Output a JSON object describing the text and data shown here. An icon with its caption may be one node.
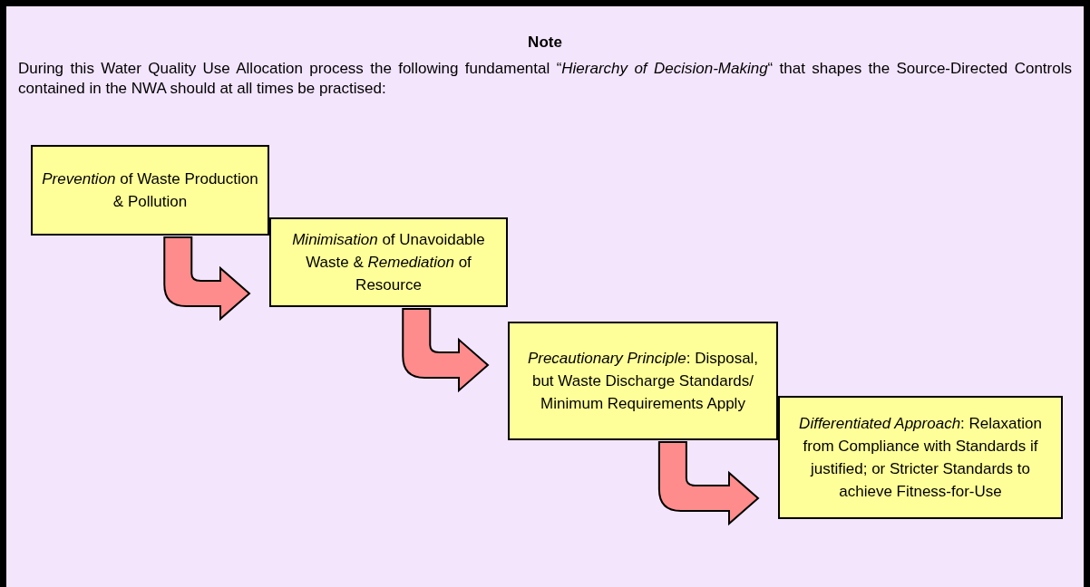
{
  "diagram": {
    "title": "Note",
    "nodes": [
      {
        "text": [
          "*Prevention* of Waste Production & Pollution"
        ]
      },
      {
        "text": [
          "*Minimisation* of Unavoidable Waste & *Remediation* of Resource"
        ]
      },
      {
        "text": [
          "*Precautionary Principle*: Disposal, but Waste Discharge Standards/ Minimum Requirements Apply"
        ]
      },
      {
        "text": [
          "*Differentiated Approach*: Relaxation from Compliance with Standards if justified; or Stricter Standards to achieve Fitness-for-Use"
        ]
      }
    ],
    "edges": [
      {
        "from": 0,
        "to": 1,
        "arrow": "to"
      },
      {
        "from": 1,
        "to": 2,
        "arrow": "to"
      },
      {
        "from": 2,
        "to": 3,
        "arrow": "to"
      }
    ],
    "labels": [
      "During this Water Quality Use Allocation process the following fundamental “*Hierarchy of Decision-Making*“ that shapes the Source-Directed Controls contained in the NWA should at all times be practised:"
    ]
  }
}
